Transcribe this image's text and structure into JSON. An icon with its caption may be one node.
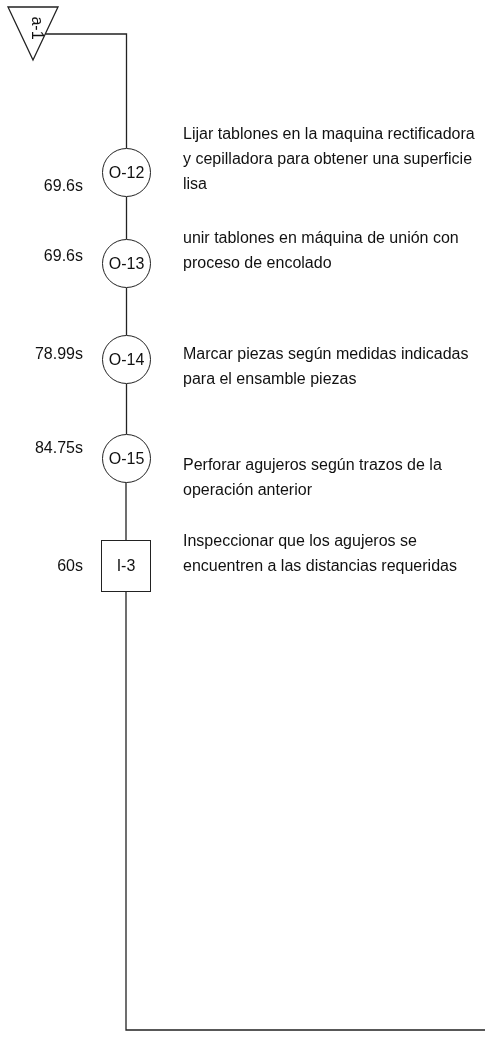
{
  "diagram": {
    "nodes": [
      {
        "text": [
          "a-1"
        ]
      },
      {
        "text": [
          "O-12"
        ],
        "beside": [
          "69.6s",
          "Lijar tablones en la maquina rectificadora y cepilladora para obtener una superficie lisa"
        ]
      },
      {
        "text": [
          "O-13"
        ],
        "beside": [
          "69.6s",
          "unir tablones en máquina de unión con proceso de encolado"
        ]
      },
      {
        "text": [
          "O-14"
        ],
        "beside": [
          "78.99s",
          "Marcar piezas según medidas indicadas para el ensamble piezas"
        ]
      },
      {
        "text": [
          "O-15"
        ],
        "beside": [
          "84.75s",
          "Perforar agujeros según trazos de la operación anterior"
        ]
      },
      {
        "text": [
          "I-3"
        ],
        "beside": [
          "60s",
          "Inspeccionar que los agujeros se encuentren a las distancias requeridas"
        ]
      }
    ],
    "edges": [
      {
        "from": 0,
        "to": 1,
        "arrow": "none"
      },
      {
        "from": 1,
        "to": 2,
        "arrow": "none"
      },
      {
        "from": 2,
        "to": 3,
        "arrow": "none"
      },
      {
        "from": 3,
        "to": 4,
        "arrow": "none"
      },
      {
        "from": 4,
        "to": 5,
        "arrow": "none"
      },
      {
        "from": 5,
        "to": null,
        "arrow": "none"
      }
    ]
  }
}
